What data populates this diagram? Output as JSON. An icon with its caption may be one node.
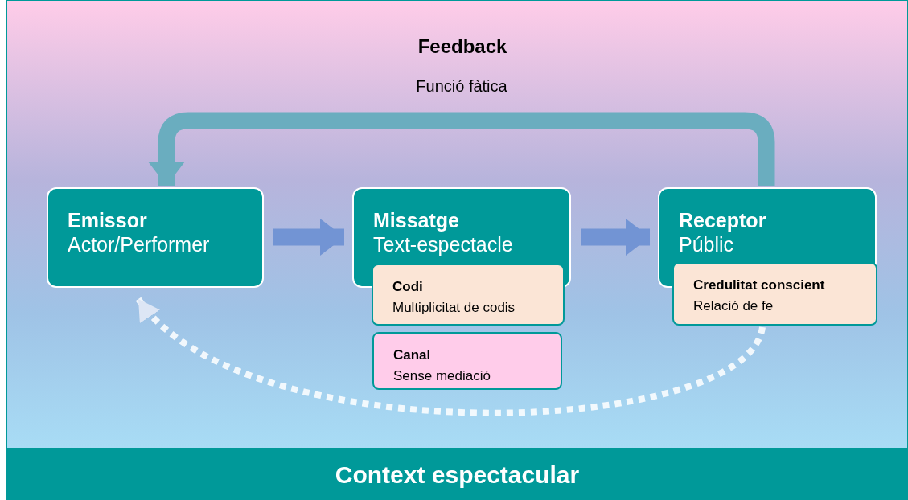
{
  "diagram": {
    "title": "Feedback",
    "nodes": [
      {
        "text": [
          "Emissor",
          "Actor/Performer"
        ]
      },
      {
        "text": [
          "Missatge",
          "Text-espectacle"
        ]
      },
      {
        "text": [
          "Codi",
          "Multiplicitat de codis"
        ]
      },
      {
        "text": [
          "Canal",
          "Sense mediació"
        ]
      },
      {
        "text": [
          "Receptor",
          "Públic"
        ]
      },
      {
        "text": [
          "Credulitat conscient",
          "Relació de fe"
        ]
      },
      {
        "text": [
          "Context espectacular"
        ]
      }
    ],
    "edges": [
      {
        "from": 0,
        "to": 1,
        "arrow": "to",
        "color": "#7294d4"
      },
      {
        "from": 1,
        "to": 4,
        "arrow": "to",
        "color": "#7294d4"
      },
      {
        "from": 4,
        "to": 0,
        "arrow": "to",
        "color": "#6aadbf"
      },
      {
        "from": 5,
        "to": 0,
        "arrow": "to",
        "style": "dashed",
        "color": "#ffffff"
      }
    ],
    "labels": [
      "Funció fàtica"
    ]
  }
}
